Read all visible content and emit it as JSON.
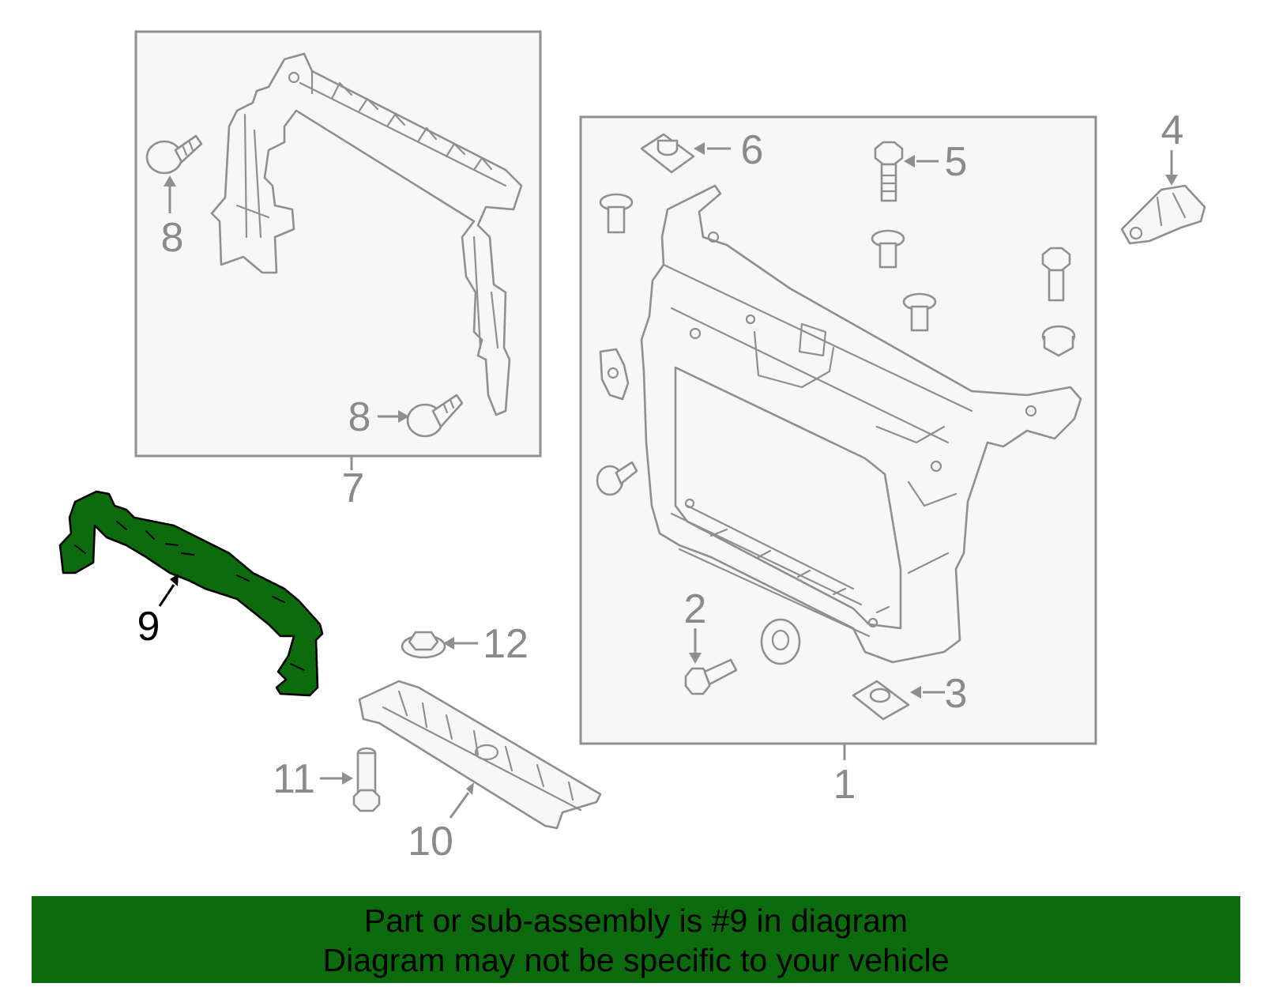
{
  "callouts": {
    "c1": "1",
    "c2": "2",
    "c3": "3",
    "c4": "4",
    "c5": "5",
    "c6": "6",
    "c7": "7",
    "c8a": "8",
    "c8b": "8",
    "c9": "9",
    "c10": "10",
    "c11": "11",
    "c12": "12"
  },
  "highlighted_part": "9",
  "colors": {
    "highlight": "#0c6b0c",
    "line": "#8f8f8f",
    "box_fill": "#f7f7f7"
  },
  "banner": {
    "line1": "Part or sub-assembly is #9 in diagram",
    "line2": "Diagram may not be specific to your vehicle"
  }
}
